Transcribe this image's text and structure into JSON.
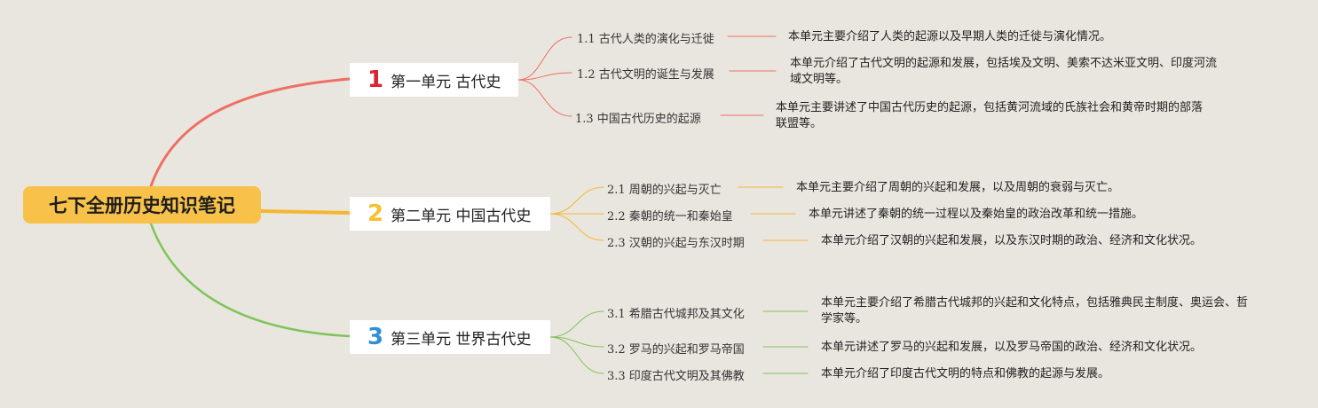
{
  "root": {
    "title": "七下全册历史知识笔记"
  },
  "units": [
    {
      "number": "1",
      "title": "第一单元 古代史",
      "color": "#ee6f64",
      "number_color": "#d8262f",
      "topics": [
        {
          "label": "1.1 古代人类的演化与迁徙",
          "description": "本单元主要介绍了人类的起源以及早期人类的迁徙与演化情况。"
        },
        {
          "label": "1.2 古代文明的诞生与发展",
          "description": "本单元介绍了古代文明的起源和发展，包括埃及文明、美索不达米亚文明、印度河流域文明等。"
        },
        {
          "label": "1.3 中国古代历史的起源",
          "description": "本单元主要讲述了中国古代历史的起源，包括黄河流域的氏族社会和黄帝时期的部落联盟等。"
        }
      ]
    },
    {
      "number": "2",
      "title": "第二单元 中国古代史",
      "color": "#f4b630",
      "number_color": "#f4c12f",
      "topics": [
        {
          "label": "2.1 周朝的兴起与灭亡",
          "description": "本单元主要介绍了周朝的兴起和发展，以及周朝的衰弱与灭亡。"
        },
        {
          "label": "2.2 秦朝的统一和秦始皇",
          "description": "本单元讲述了秦朝的统一过程以及秦始皇的政治改革和统一措施。"
        },
        {
          "label": "2.3 汉朝的兴起与东汉时期",
          "description": "本单元介绍了汉朝的兴起和发展，以及东汉时期的政治、经济和文化状况。"
        }
      ]
    },
    {
      "number": "3",
      "title": "第三单元 世界古代史",
      "color": "#7fc45a",
      "number_color": "#2f8fd8",
      "topics": [
        {
          "label": "3.1 希腊古代城邦及其文化",
          "description": "本单元主要介绍了希腊古代城邦的兴起和文化特点，包括雅典民主制度、奥运会、哲学家等。"
        },
        {
          "label": "3.2 罗马的兴起和罗马帝国",
          "description": "本单元讲述了罗马的兴起和发展，以及罗马帝国的政治、经济和文化状况。"
        },
        {
          "label": "3.3 印度古代文明及其佛教",
          "description": "本单元介绍了印度古代文明的特点和佛教的起源与发展。"
        }
      ]
    }
  ]
}
